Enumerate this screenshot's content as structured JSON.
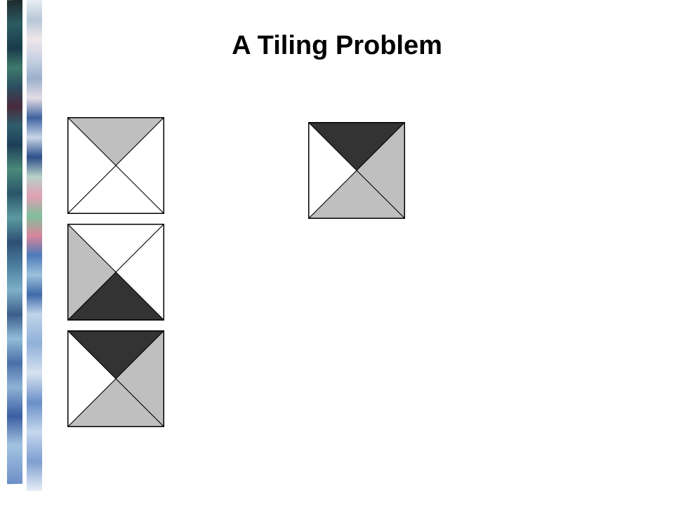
{
  "slide": {
    "title": "A Tiling Problem"
  },
  "colors": {
    "white": "#ffffff",
    "light_gray": "#bfbfbf",
    "dark_gray": "#333333",
    "outline": "#000000"
  },
  "tiles": [
    {
      "id": "tile-1",
      "top": "light_gray",
      "right": "white",
      "bottom": "white",
      "left": "white"
    },
    {
      "id": "tile-2",
      "top": "white",
      "right": "white",
      "bottom": "dark_gray",
      "left": "light_gray"
    },
    {
      "id": "tile-3",
      "top": "dark_gray",
      "right": "light_gray",
      "bottom": "light_gray",
      "left": "white"
    },
    {
      "id": "tile-4",
      "top": "dark_gray",
      "right": "light_gray",
      "bottom": "light_gray",
      "left": "white"
    }
  ]
}
